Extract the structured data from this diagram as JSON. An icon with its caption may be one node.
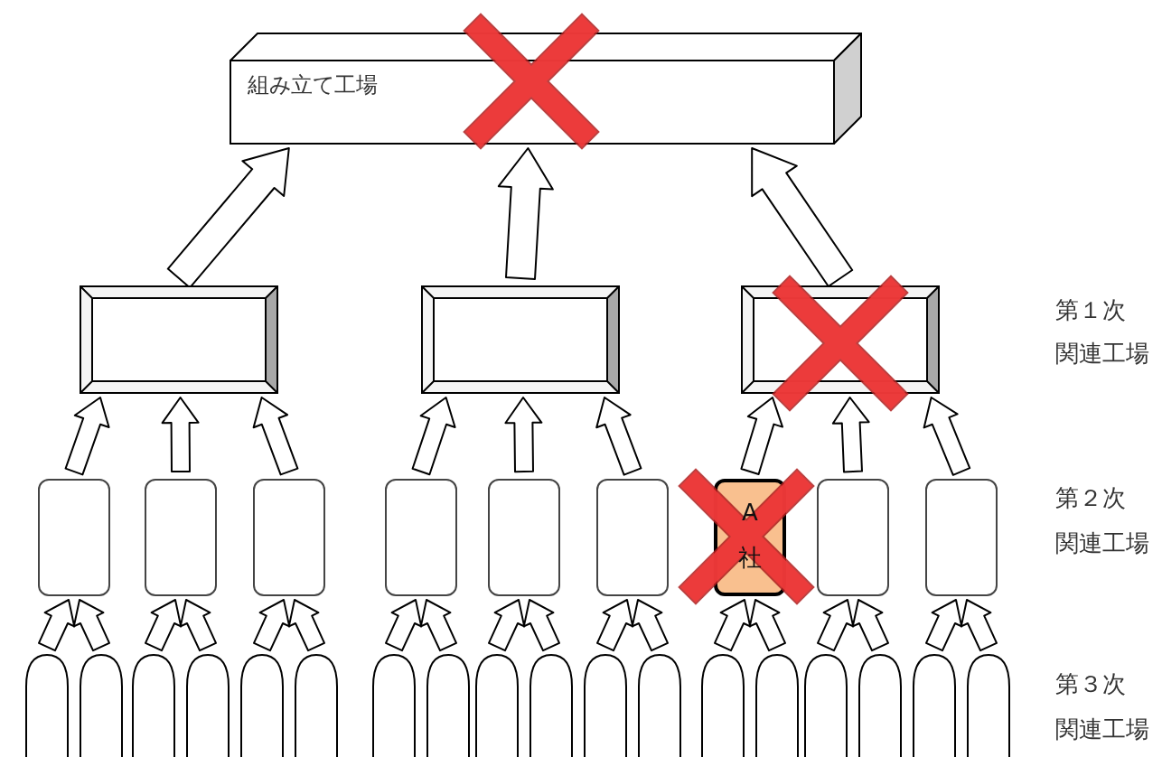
{
  "diagram": {
    "nodes": [
      {
        "text": [
          "組み立て工場"
        ]
      },
      {
        "text": [],
        "shape": "box"
      },
      {
        "text": [],
        "shape": "box"
      },
      {
        "text": [],
        "shape": "box"
      },
      {
        "text": [],
        "shape": "box"
      },
      {
        "text": [],
        "shape": "box"
      },
      {
        "text": [],
        "shape": "box"
      },
      {
        "text": [],
        "shape": "box"
      },
      {
        "text": [],
        "shape": "box"
      },
      {
        "text": [],
        "shape": "box"
      },
      {
        "text": [
          "A社"
        ]
      },
      {
        "text": [],
        "shape": "box"
      },
      {
        "text": [],
        "shape": "box"
      },
      {
        "text": [],
        "shape": "arch"
      },
      {
        "text": [],
        "shape": "arch"
      },
      {
        "text": [],
        "shape": "arch"
      },
      {
        "text": [],
        "shape": "arch"
      },
      {
        "text": [],
        "shape": "arch"
      },
      {
        "text": [],
        "shape": "arch"
      },
      {
        "text": [],
        "shape": "arch"
      },
      {
        "text": [],
        "shape": "arch"
      },
      {
        "text": [],
        "shape": "arch"
      },
      {
        "text": [],
        "shape": "arch"
      },
      {
        "text": [],
        "shape": "arch"
      },
      {
        "text": [],
        "shape": "arch"
      },
      {
        "text": [],
        "shape": "arch"
      },
      {
        "text": [],
        "shape": "arch"
      },
      {
        "text": [],
        "shape": "arch"
      },
      {
        "text": [],
        "shape": "arch"
      },
      {
        "text": [],
        "shape": "arch"
      },
      {
        "text": [],
        "shape": "arch"
      }
    ],
    "edges": [
      {
        "from": 1,
        "to": 0,
        "arrow": "to"
      },
      {
        "from": 2,
        "to": 0,
        "arrow": "to"
      },
      {
        "from": 3,
        "to": 0,
        "arrow": "to"
      },
      {
        "from": 4,
        "to": 1,
        "arrow": "to"
      },
      {
        "from": 5,
        "to": 1,
        "arrow": "to"
      },
      {
        "from": 6,
        "to": 1,
        "arrow": "to"
      },
      {
        "from": 7,
        "to": 2,
        "arrow": "to"
      },
      {
        "from": 8,
        "to": 2,
        "arrow": "to"
      },
      {
        "from": 9,
        "to": 2,
        "arrow": "to"
      },
      {
        "from": 10,
        "to": 3,
        "arrow": "to"
      },
      {
        "from": 11,
        "to": 3,
        "arrow": "to"
      },
      {
        "from": 12,
        "to": 3,
        "arrow": "to"
      },
      {
        "from": 13,
        "to": 4,
        "arrow": "to"
      },
      {
        "from": 14,
        "to": 4,
        "arrow": "to"
      },
      {
        "from": 15,
        "to": 5,
        "arrow": "to"
      },
      {
        "from": 16,
        "to": 5,
        "arrow": "to"
      },
      {
        "from": 17,
        "to": 6,
        "arrow": "to"
      },
      {
        "from": 18,
        "to": 6,
        "arrow": "to"
      },
      {
        "from": 19,
        "to": 7,
        "arrow": "to"
      },
      {
        "from": 20,
        "to": 7,
        "arrow": "to"
      },
      {
        "from": 21,
        "to": 8,
        "arrow": "to"
      },
      {
        "from": 22,
        "to": 8,
        "arrow": "to"
      },
      {
        "from": 23,
        "to": 9,
        "arrow": "to"
      },
      {
        "from": 24,
        "to": 9,
        "arrow": "to"
      },
      {
        "from": 25,
        "to": 10,
        "arrow": "to"
      },
      {
        "from": 26,
        "to": 10,
        "arrow": "to"
      },
      {
        "from": 27,
        "to": 11,
        "arrow": "to"
      },
      {
        "from": 28,
        "to": 11,
        "arrow": "to"
      },
      {
        "from": 29,
        "to": 12,
        "arrow": "to"
      },
      {
        "from": 30,
        "to": 12,
        "arrow": "to"
      }
    ],
    "labels": [
      "第１次",
      "関連工場",
      "第２次",
      "関連工場",
      "第３次",
      "関連工場"
    ]
  }
}
